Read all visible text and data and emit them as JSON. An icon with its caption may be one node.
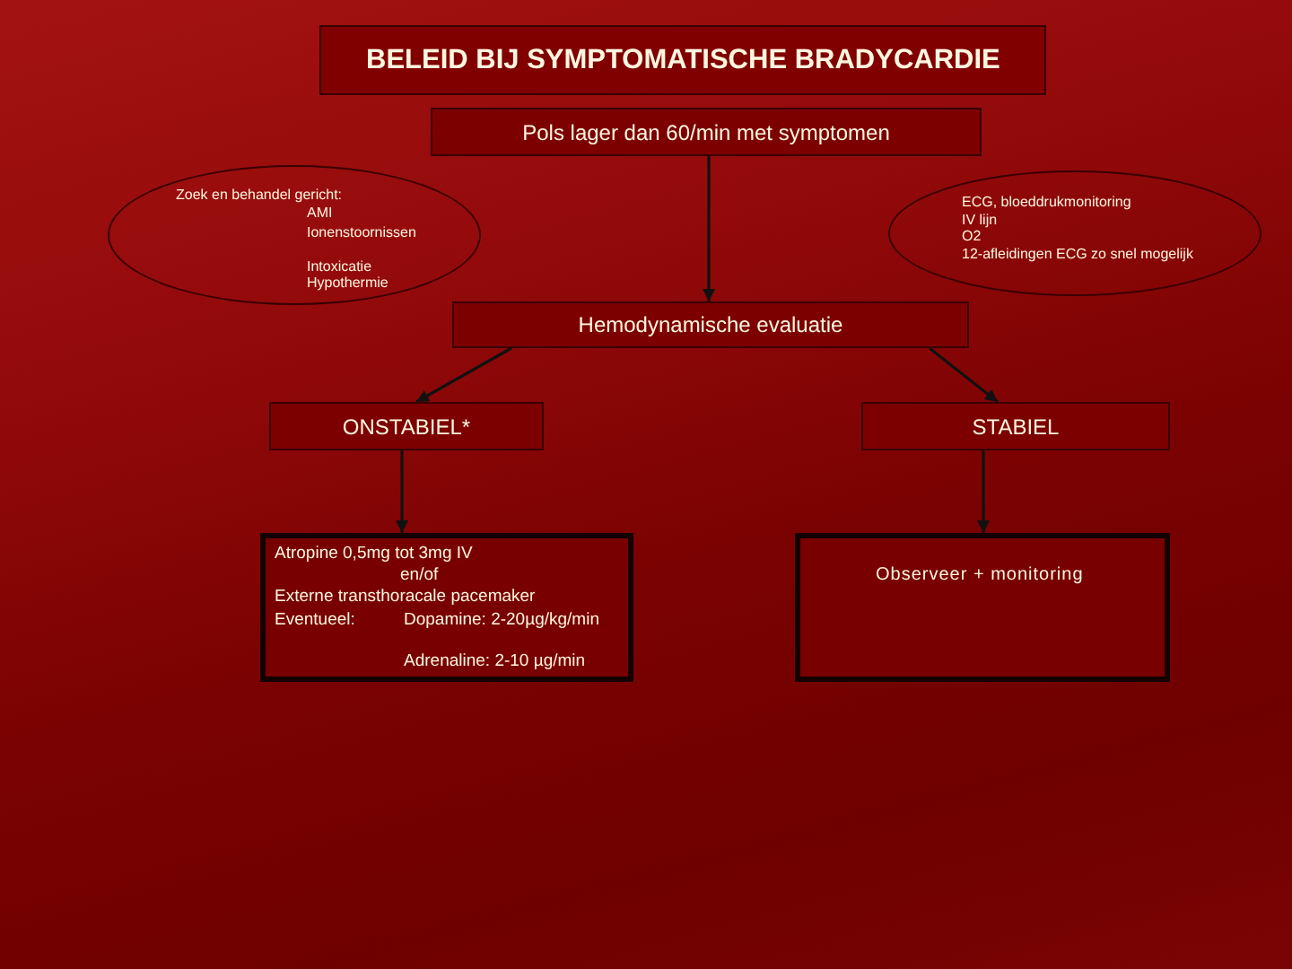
{
  "diagram": {
    "title": "BELEID BIJ SYMPTOMATISCHE BRADYCARDIE",
    "nodes": [
      {
        "text": [
          "Pols lager dan 60/min met symptomen"
        ]
      },
      {
        "text": [
          "Zoek en behandel gericht:",
          "AMI",
          "Ionenstoornissen",
          "Intoxicatie",
          "Hypothermie"
        ]
      },
      {
        "text": [
          "ECG, bloeddrukmonitoring",
          "IV lijn",
          "O2",
          "12-afleidingen ECG zo snel mogelijk"
        ]
      },
      {
        "text": [
          "Hemodynamische evaluatie"
        ]
      },
      {
        "text": [
          "ONSTABIEL*"
        ]
      },
      {
        "text": [
          "STABIEL"
        ]
      },
      {
        "text": [
          "Atropine 0,5mg tot 3mg IV",
          "en/of",
          "Externe transthoracale pacemaker",
          "Eventueel:",
          "Dopamine: 2-20µg/kg/min",
          "Adrenaline: 2-10 µg/min"
        ]
      },
      {
        "text": [
          "Observeer + monitoring"
        ]
      }
    ],
    "edges": [
      {
        "from": 0,
        "to": 3,
        "arrow": "to"
      },
      {
        "from": 3,
        "to": 4,
        "arrow": "to"
      },
      {
        "from": 3,
        "to": 5,
        "arrow": "to"
      },
      {
        "from": 4,
        "to": 6,
        "arrow": "to"
      },
      {
        "from": 5,
        "to": 7,
        "arrow": "to"
      }
    ]
  }
}
